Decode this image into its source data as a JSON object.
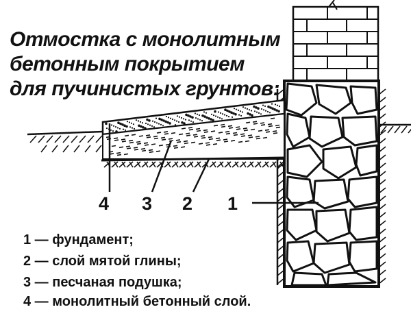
{
  "title": {
    "line1": "Отмостка с монолитным",
    "line2": "бетонным покрытием",
    "line3": "для пучинистых грунтов:"
  },
  "callout_numbers": [
    "4",
    "3",
    "2",
    "1"
  ],
  "legend": [
    {
      "text": "1 — фундамент;"
    },
    {
      "text": "2 — слой мятой глины;"
    },
    {
      "text": "3 — песчаная подушка;"
    },
    {
      "text": "4 — монолитный бетонный слой."
    }
  ],
  "colors": {
    "ink": "#111111",
    "background": "#ffffff"
  }
}
